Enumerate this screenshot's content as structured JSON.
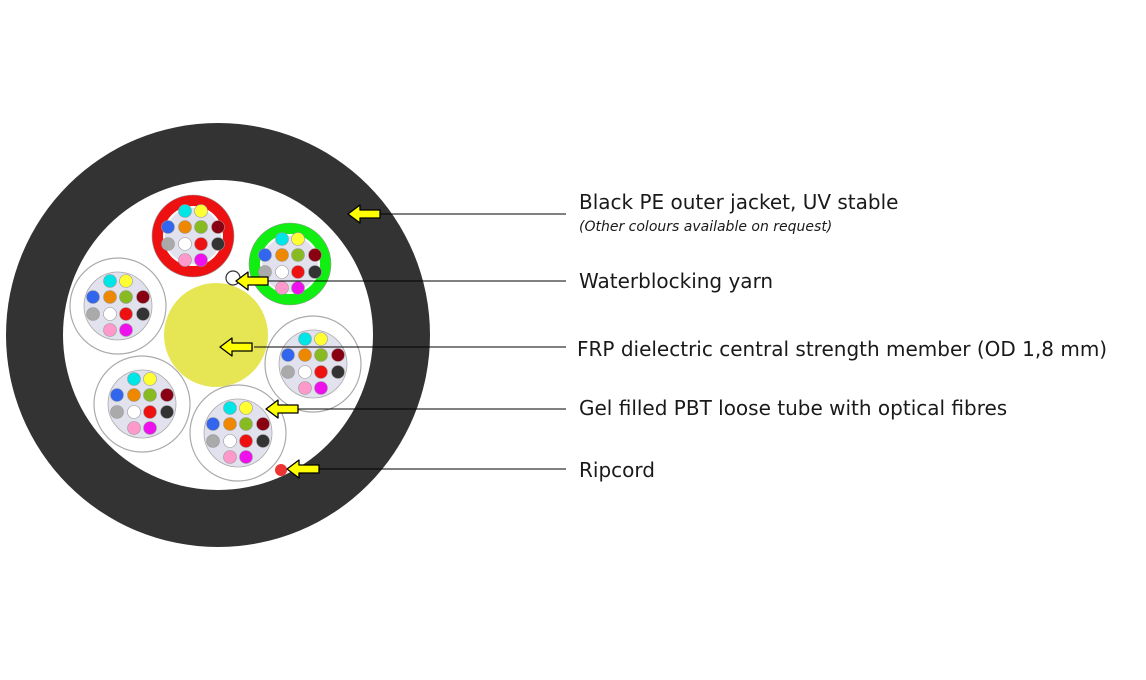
{
  "labels": {
    "jacket": "Black PE outer jacket, UV stable",
    "jacket_note": "(Other colours available on request)",
    "yarn": "Waterblocking  yarn",
    "frp": "FRP dielectric central strength member (OD 1,8 mm)",
    "tube": "Gel filled PBT loose tube with optical fibres",
    "ripcord": "Ripcord"
  },
  "colors": {
    "jacket": "#333333",
    "core_fill": "#ffffff",
    "frp": "#e6e655",
    "tube_red": "#ee1111",
    "tube_green": "#11ee11",
    "tube_outline": "#aaaaaa",
    "tube_inner": "#e2e2ee",
    "ripcord": "#ee3333",
    "arrow": "#ffff00"
  },
  "fibre_colors": [
    "#00e5e5",
    "#ffff33",
    "#3366ee",
    "#ee8800",
    "#88bb22",
    "#880011",
    "#aaaaaa",
    "#ffffff",
    "#ee1111",
    "#333333",
    "#ff99cc",
    "#ee11ee"
  ]
}
